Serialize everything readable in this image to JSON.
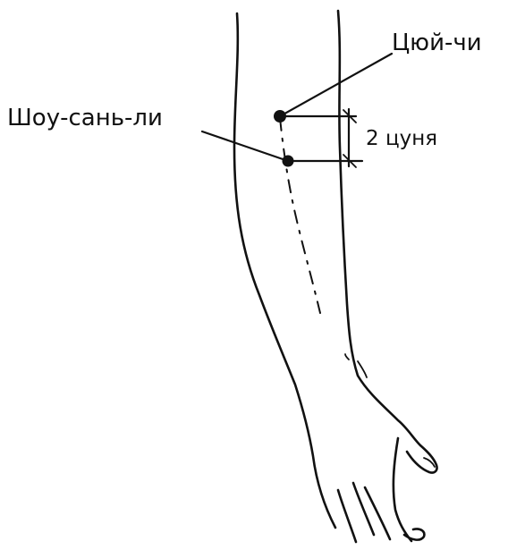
{
  "points": {
    "upper": {
      "name": "Цюй-чи"
    },
    "lower": {
      "name": "Шоу-сань-ли"
    }
  },
  "measure": {
    "label": "2 цуня"
  }
}
